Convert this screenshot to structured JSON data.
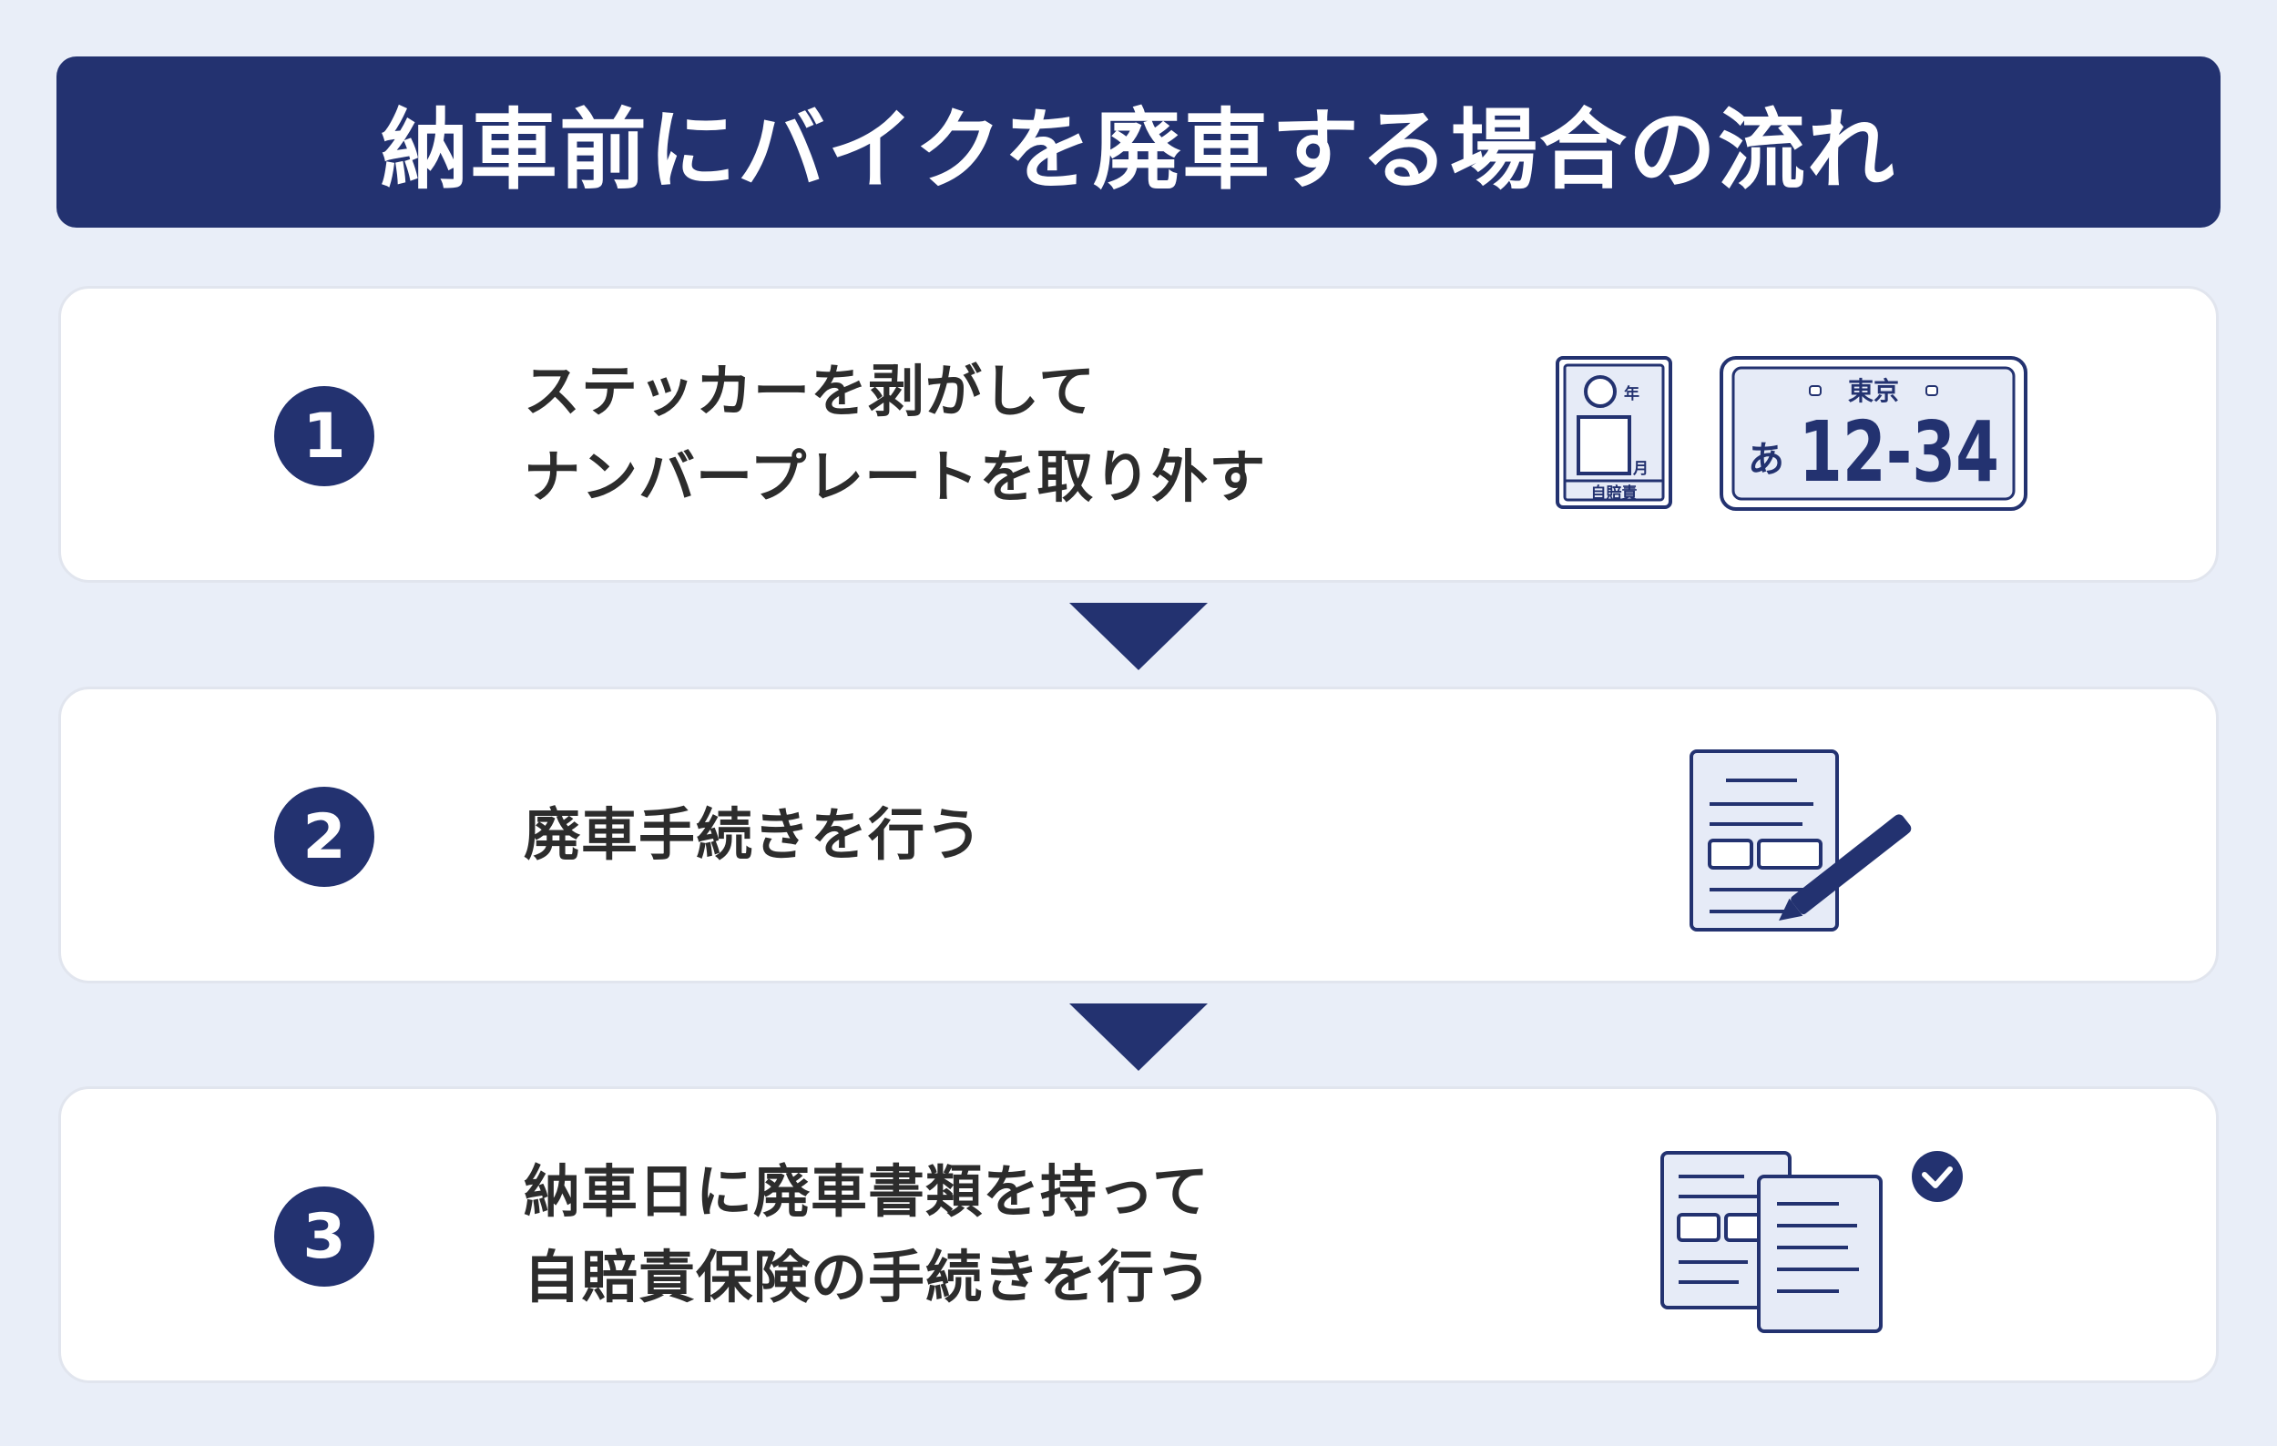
{
  "header": {
    "title": "納車前にバイクを廃車する場合の流れ"
  },
  "steps": [
    {
      "number": "1",
      "lines": [
        "ステッカーを剥がして",
        "ナンバープレートを取り外す"
      ]
    },
    {
      "number": "2",
      "lines": [
        "廃車手続きを行う"
      ]
    },
    {
      "number": "3",
      "lines": [
        "納車日に廃車書類を持って",
        "自賠責保険の手続きを行う"
      ]
    }
  ],
  "sticker": {
    "year_label": "年",
    "month_label": "月",
    "caption": "自賠責"
  },
  "plate": {
    "region": "東京",
    "kana": "あ",
    "number": "12-34"
  },
  "icons": {
    "step1": [
      "insurance-sticker-icon",
      "license-plate-icon"
    ],
    "step2": [
      "document-pen-icon"
    ],
    "step3": [
      "documents-check-icon"
    ],
    "arrows": "triangle-down-icon"
  },
  "colors": {
    "primary": "#233270",
    "background": "#e9eef8",
    "card": "#ffffff",
    "icon_fill": "#e6ebf7",
    "text": "#2c2c2c"
  }
}
